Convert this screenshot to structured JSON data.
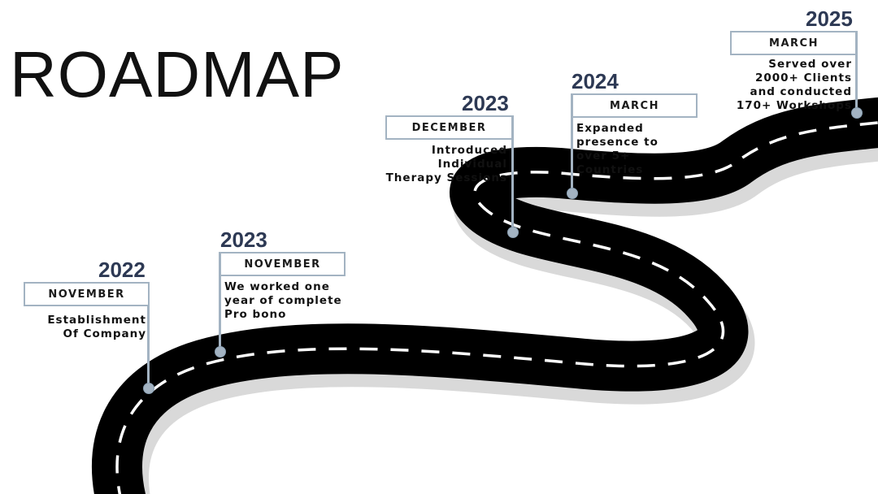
{
  "title": "ROADMAP",
  "colors": {
    "road": "#000000",
    "road_shadow": "#d9d9d9",
    "lane_marking": "#ffffff",
    "accent_year": "#2d3954",
    "marker": "#a3b3c2"
  },
  "milestones": [
    {
      "year": "2022",
      "month": "NOVEMBER",
      "description": "Establishment\nOf Company"
    },
    {
      "year": "2023",
      "month": "NOVEMBER",
      "description": "We worked one\nyear of complete\n Pro bono"
    },
    {
      "year": "2023",
      "month": "DECEMBER",
      "description": "Introduced\nIndividual\nTherapy Sessions"
    },
    {
      "year": "2024",
      "month": "MARCH",
      "description": "Expanded\npresence to\nover 5+\nCountries"
    },
    {
      "year": "2025",
      "month": "MARCH",
      "description": "Served over\n2000+ Clients\nand conducted\n170+ Workshops"
    }
  ]
}
